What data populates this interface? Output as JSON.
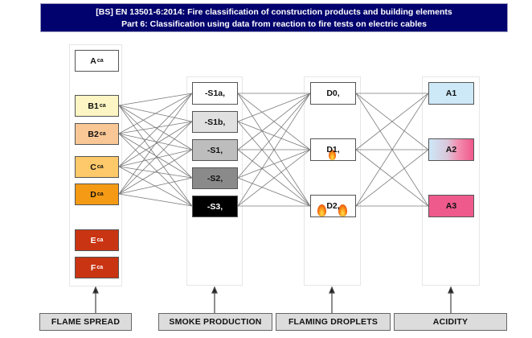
{
  "header": {
    "line1": "[BS] EN 13501-6:2014: Fire classification of construction products and building elements",
    "line2": "Part 6: Classification using data from reaction to fire tests on electric cables",
    "background": "#02026e"
  },
  "columns": {
    "flame_spread": {
      "label": "FLAME SPREAD",
      "classes": [
        {
          "main": "A",
          "sub": "ca",
          "color": "#ffffff",
          "text_color": "#111111"
        },
        {
          "main": "B1",
          "sub": "ca",
          "color": "#fdf6c4",
          "text_color": "#111111"
        },
        {
          "main": "B2",
          "sub": "ca",
          "color": "#f9c796",
          "text_color": "#111111"
        },
        {
          "main": "C",
          "sub": "ca",
          "color": "#fdc96a",
          "text_color": "#111111"
        },
        {
          "main": "D",
          "sub": "ca",
          "color": "#f49a14",
          "text_color": "#111111"
        },
        {
          "main": "E",
          "sub": "ca",
          "color": "#c93412",
          "text_color": "#ffffff"
        },
        {
          "main": "F",
          "sub": "ca",
          "color": "#c93412",
          "text_color": "#ffffff"
        }
      ]
    },
    "smoke_production": {
      "label": "SMOKE PRODUCTION",
      "classes": [
        {
          "main": "-S1a,",
          "color": "#ffffff",
          "text_color": "#111111"
        },
        {
          "main": "-S1b,",
          "color": "#e0e0e0",
          "text_color": "#111111"
        },
        {
          "main": "-S1,",
          "color": "#bdbdbd",
          "text_color": "#111111"
        },
        {
          "main": "-S2,",
          "color": "#8a8a8a",
          "text_color": "#111111"
        },
        {
          "main": "-S3,",
          "color": "#000000",
          "text_color": "#ffffff"
        }
      ]
    },
    "flaming_droplets": {
      "label": "FLAMING DROPLETS",
      "classes": [
        {
          "main": "D0,",
          "color": "#ffffff",
          "flames": 0
        },
        {
          "main": "D1,",
          "color": "#ffffff",
          "flames": 1
        },
        {
          "main": "D2,",
          "color": "#ffffff",
          "flames": 2
        }
      ]
    },
    "acidity": {
      "label": "ACIDITY",
      "classes": [
        {
          "main": "A1",
          "color": "#cde8f7"
        },
        {
          "main": "A2",
          "color": "gradient",
          "gradient_from": "#cde8f7",
          "gradient_to": "#f0588c"
        },
        {
          "main": "A3",
          "color": "#ee5a8c"
        }
      ]
    }
  },
  "connections": {
    "flame_spread_to_smoke": "B1..D each connect to all S classes",
    "smoke_to_droplets": "all-to-all",
    "droplets_to_acidity": "all-to-all"
  }
}
